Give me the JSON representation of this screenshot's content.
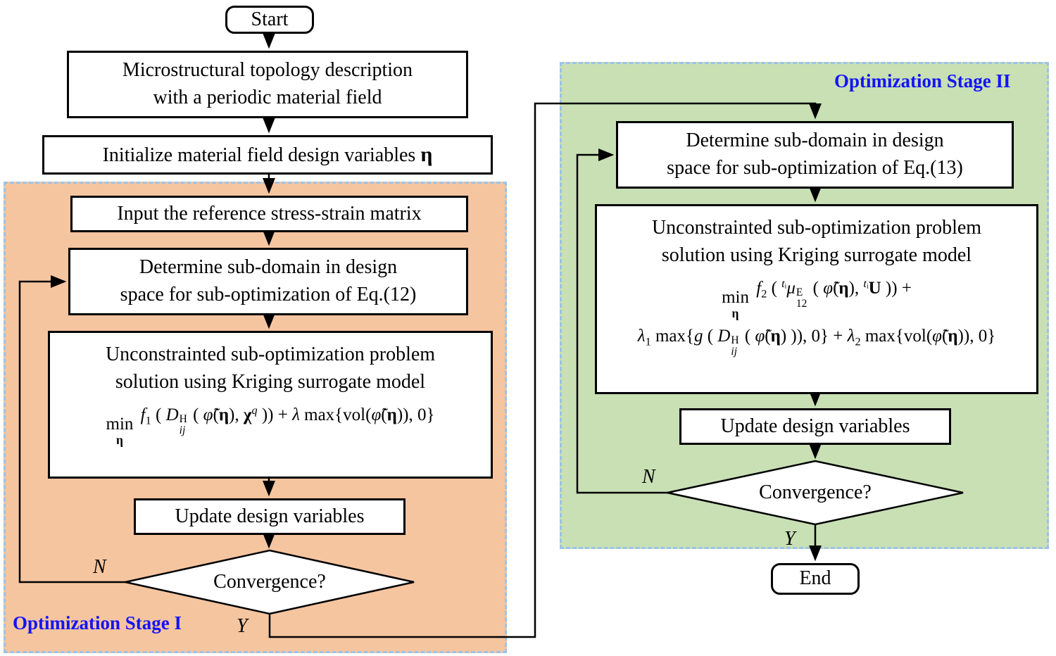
{
  "colors": {
    "stage1_fill": "#F5C5A0",
    "stage2_fill": "#C8E0B4",
    "dash_border": "#9DC3E6",
    "stage_label": "#1414F5"
  },
  "nodes": {
    "start": "Start",
    "micro": {
      "l1": "Microstructural topology description",
      "l2": "with a periodic material field"
    },
    "init": {
      "prefix": "Initialize material field design variables ",
      "var": "η"
    },
    "input_ref": "Input the reference stress-strain matrix",
    "subdomain1": {
      "l1": "Determine sub-domain in design",
      "l2": "space for sub-optimization of Eq.(12)"
    },
    "subopt1": {
      "l1": "Unconstrainted sub-optimization problem",
      "l2": "solution using Kriging surrogate model"
    },
    "formula1": "\\stk[min|\\bf[η]] \\it[f]\\sub[1] ( \\it[D]\\sps[H|\\it[ij]] ( \\it[φ̃](\\bf[η]), \\bf[χ]\\sup[\\it[q]] )) + \\it[λ] max{vol(\\it[φ̃](\\bf[η])), 0}",
    "update1": "Update design variables",
    "convergence1": "Convergence?",
    "stage1_label": "Optimization Stage I",
    "subdomain2": {
      "l1": "Determine sub-domain in design",
      "l2": "space for sub-optimization of Eq.(13)"
    },
    "subopt2": {
      "l1": "Unconstrainted sub-optimization problem",
      "l2": "solution using Kriging surrogate model"
    },
    "formula2_line1": "\\stk[min|\\bf[η]]  \\it[f]\\sub[2] ( \\sup[\\it[t]ᵢ]\\it[μ]\\sps[E|12] ( \\it[φ̃](\\bf[η]), \\sup[\\it[t]ᵢ]\\bf[U] )) +",
    "formula2_line2": "\\it[λ]\\sub[1] max{\\it[g] ( \\it[D]\\sps[H|\\it[ij]] ( \\it[φ̃](\\bf[η]) )), 0} + \\it[λ]\\sub[2] max{vol(\\it[φ̃](\\bf[η])), 0}",
    "update2": "Update design variables",
    "convergence2": "Convergence?",
    "stage2_label": "Optimization Stage II",
    "end": "End",
    "no_label": "N",
    "yes_label": "Y"
  }
}
